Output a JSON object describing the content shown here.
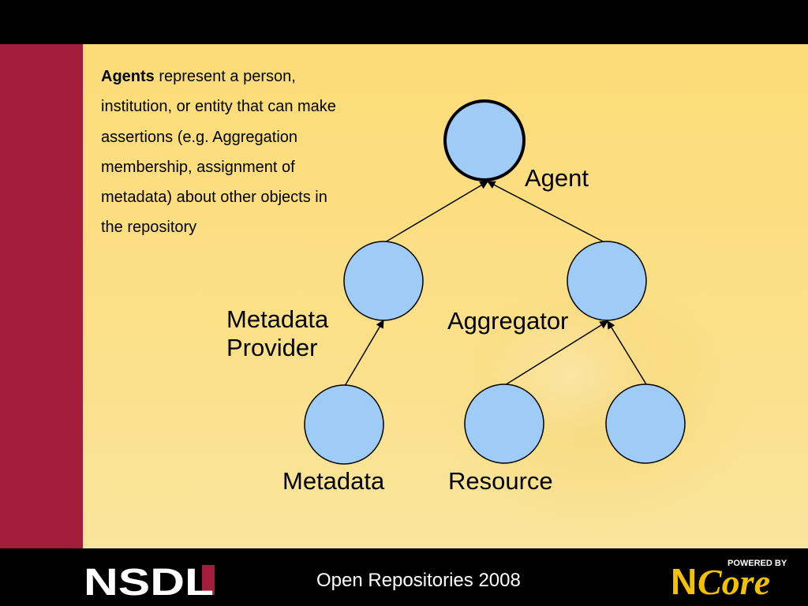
{
  "slide": {
    "description": {
      "bold": "Agents",
      "rest": " represent a person, institution, or entity that can make assertions (e.g. Aggregation membership, assignment of metadata) about other objects in the repository"
    },
    "footer_text": "Open Repositories 2008",
    "colors": {
      "side_strip": "#a31c3a",
      "background": "#fcdc77",
      "node_fill": "#9fcbf7",
      "footer": "#000000"
    }
  },
  "diagram": {
    "labels": {
      "agent": "Agent",
      "metadata_provider_line1": "Metadata",
      "metadata_provider_line2": "Provider",
      "aggregator": "Aggregator",
      "metadata": "Metadata",
      "resource": "Resource"
    }
  },
  "logos": {
    "nsdl": "NSDL",
    "ncore_tagline": "POWERED BY",
    "ncore_n": "N",
    "ncore_core": "Core"
  }
}
